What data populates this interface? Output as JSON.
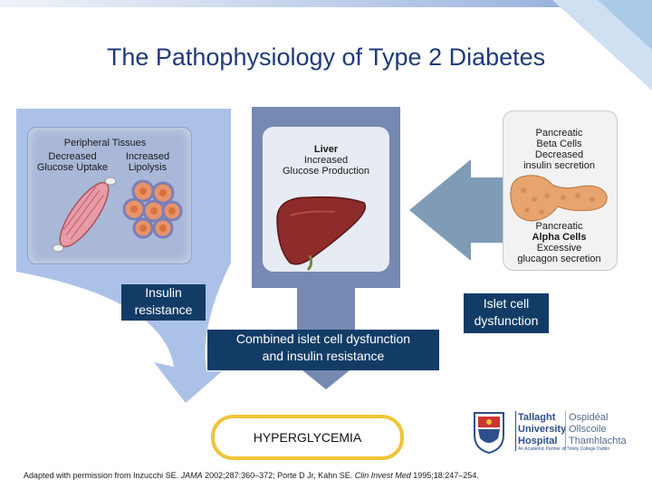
{
  "title": "The Pathophysiology of Type 2 Diabetes",
  "peripheral": {
    "heading": "Peripheral Tissues",
    "left_1": "Decreased",
    "left_2": "Glucose Uptake",
    "right_1": "Increased",
    "right_2": "Lipolysis"
  },
  "liver": {
    "heading": "Liver",
    "line1": "Increased",
    "line2": "Glucose Production"
  },
  "pancreas_beta": {
    "heading1": "Pancreatic",
    "heading2": "Beta Cells",
    "line1": "Decreased",
    "line2": "insulin secretion"
  },
  "pancreas_alpha": {
    "heading1": "Pancreatic",
    "heading2": "Alpha Cells",
    "line1": "Excessive",
    "line2": "glucagon secretion"
  },
  "insulin_resistance": {
    "line1": "Insulin",
    "line2": "resistance"
  },
  "islet": {
    "line1": "Islet cell",
    "line2": "dysfunction"
  },
  "combined": {
    "line1": "Combined islet cell dysfunction",
    "line2": "and insulin resistance"
  },
  "hyperglycemia": "HYPERGLYCEMIA",
  "footnote": {
    "pre": "Adapted with permission from Inzucchi SE. ",
    "j1": "JAMA",
    "mid": " 2002;287:360–372; Porte D Jr, Kahn SE. ",
    "j2": "Clin Invest Med",
    "post": " 1995;18:247–254."
  },
  "logo": {
    "en1": "Tallaght",
    "en2": "University",
    "en3": "Hospital",
    "ga1": "Ospidéal",
    "ga2": "Ollscoile",
    "ga3": "Thamhlachta",
    "tagline": "An Academic Partner of Trinity College Dublin"
  },
  "colors": {
    "title": "#1f3a7a",
    "dark_box": "#123c66",
    "ring": "#f0c43a",
    "arrow": "#7f9bb6"
  }
}
